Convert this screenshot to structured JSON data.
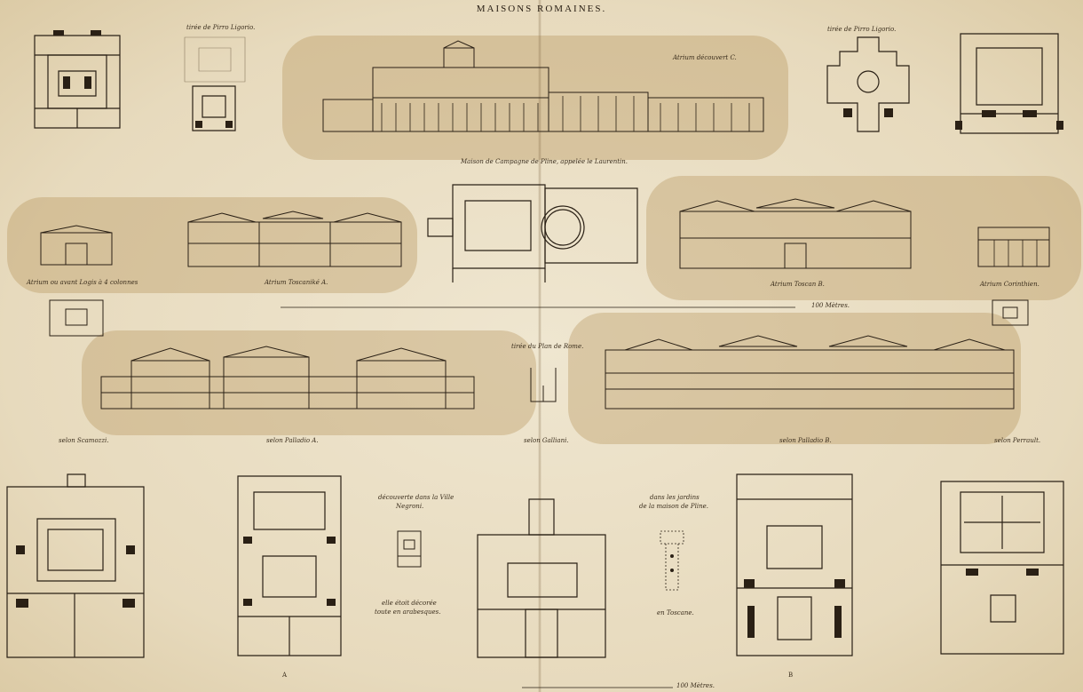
{
  "title": "MAISONS ROMAINES.",
  "captions": {
    "ligorio_1": "tirée de Pirro Ligorio.",
    "ligorio_2": "tirée de Pirro Ligorio.",
    "atrium_decouvert": "Atrium découvert C.",
    "laurentin": "Maison de Campagne de Pline, appelée le Laurentin.",
    "atrium_avant_logis": "Atrium ou avant Logis à 4 colonnes",
    "atrium_toscan_a": "Atrium Toscaniké A.",
    "atrium_toscan_b": "Atrium Toscan B.",
    "atrium_corinthien": "Atrium Corinthien.",
    "scale_top": "100 Mètres.",
    "plan_rome": "tirée du Plan de Rome.",
    "selon_scamozzi": "selon Scamozzi.",
    "selon_palladio_a": "selon Palladio A.",
    "selon_galliani": "selon Galliani.",
    "selon_palladio_b": "selon Palladio B.",
    "selon_perrault": "selon Perrault.",
    "decouverte_1": "découverte dans la Ville",
    "decouverte_2": "Negroni.",
    "decoree_1": "elle étoit décorée",
    "decoree_2": "toute en arabesques.",
    "jardins_1": "dans les jardins",
    "jardins_2": "de la maison de Pline.",
    "toscane": "en Toscane.",
    "label_a": "A",
    "label_b": "B",
    "scale_bottom": "100 Mètres."
  }
}
